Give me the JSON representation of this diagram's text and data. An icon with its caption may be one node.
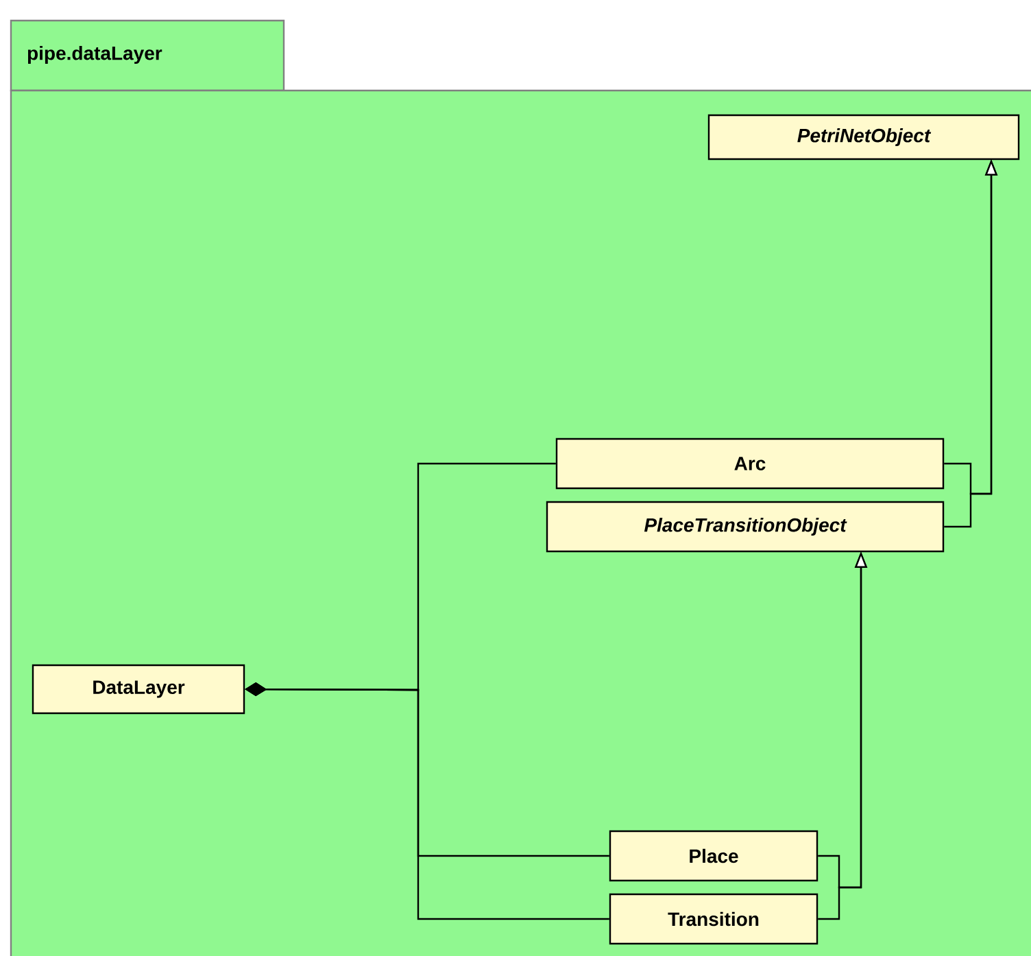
{
  "diagram": {
    "nodes": [
      {
        "text": [
          "pipe.dataLayer"
        ]
      },
      {
        "text": [
          "PetriNetObject"
        ],
        "in": 0
      },
      {
        "text": [
          "Arc"
        ],
        "in": 0
      },
      {
        "text": [
          "PlaceTransitionObject"
        ],
        "in": 0
      },
      {
        "text": [
          "DataLayer"
        ],
        "in": 0
      },
      {
        "text": [
          "Place"
        ],
        "in": 0
      },
      {
        "text": [
          "Transition"
        ],
        "in": 0
      }
    ],
    "edges": [
      {
        "from": 2,
        "to": 1,
        "arrow": "to"
      },
      {
        "from": 3,
        "to": 1,
        "arrow": "to"
      },
      {
        "from": 5,
        "to": 3,
        "arrow": "to"
      },
      {
        "from": 6,
        "to": 3,
        "arrow": "to"
      },
      {
        "from": 4,
        "to": 2,
        "arrow": "other"
      },
      {
        "from": 4,
        "to": 5,
        "arrow": "other"
      },
      {
        "from": 4,
        "to": 6,
        "arrow": "other"
      }
    ]
  }
}
